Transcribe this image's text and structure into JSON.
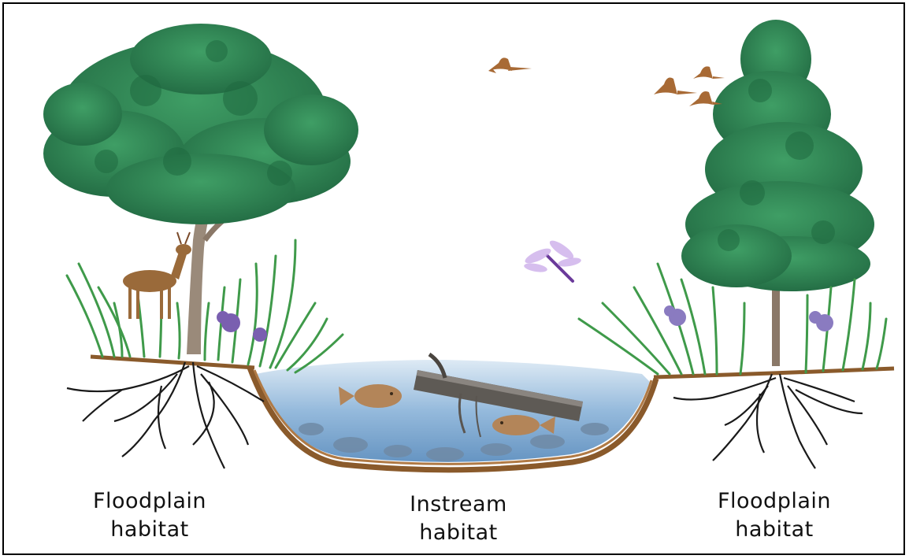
{
  "labels": {
    "left": {
      "line1": "Floodplain",
      "line2": "habitat"
    },
    "middle": {
      "line1": "Instream",
      "line2": "habitat"
    },
    "right": {
      "line1": "Floodplain",
      "line2": "habitat"
    }
  },
  "colors": {
    "foliage": "#2f8a55",
    "foliage_dark": "#236b42",
    "grass": "#3f9a4a",
    "soil": "#8a5a2b",
    "water": "#6f9fc9",
    "roots": "#1a1a1a",
    "animals": "#9a6a3a",
    "flowers": "#7a5fb0",
    "dragonfly": "#8a4fc0"
  },
  "icons": [
    "deer-icon",
    "bird-icon",
    "dragonfly-icon",
    "fish-icon",
    "tree-icon",
    "flower-icon",
    "log-icon"
  ]
}
